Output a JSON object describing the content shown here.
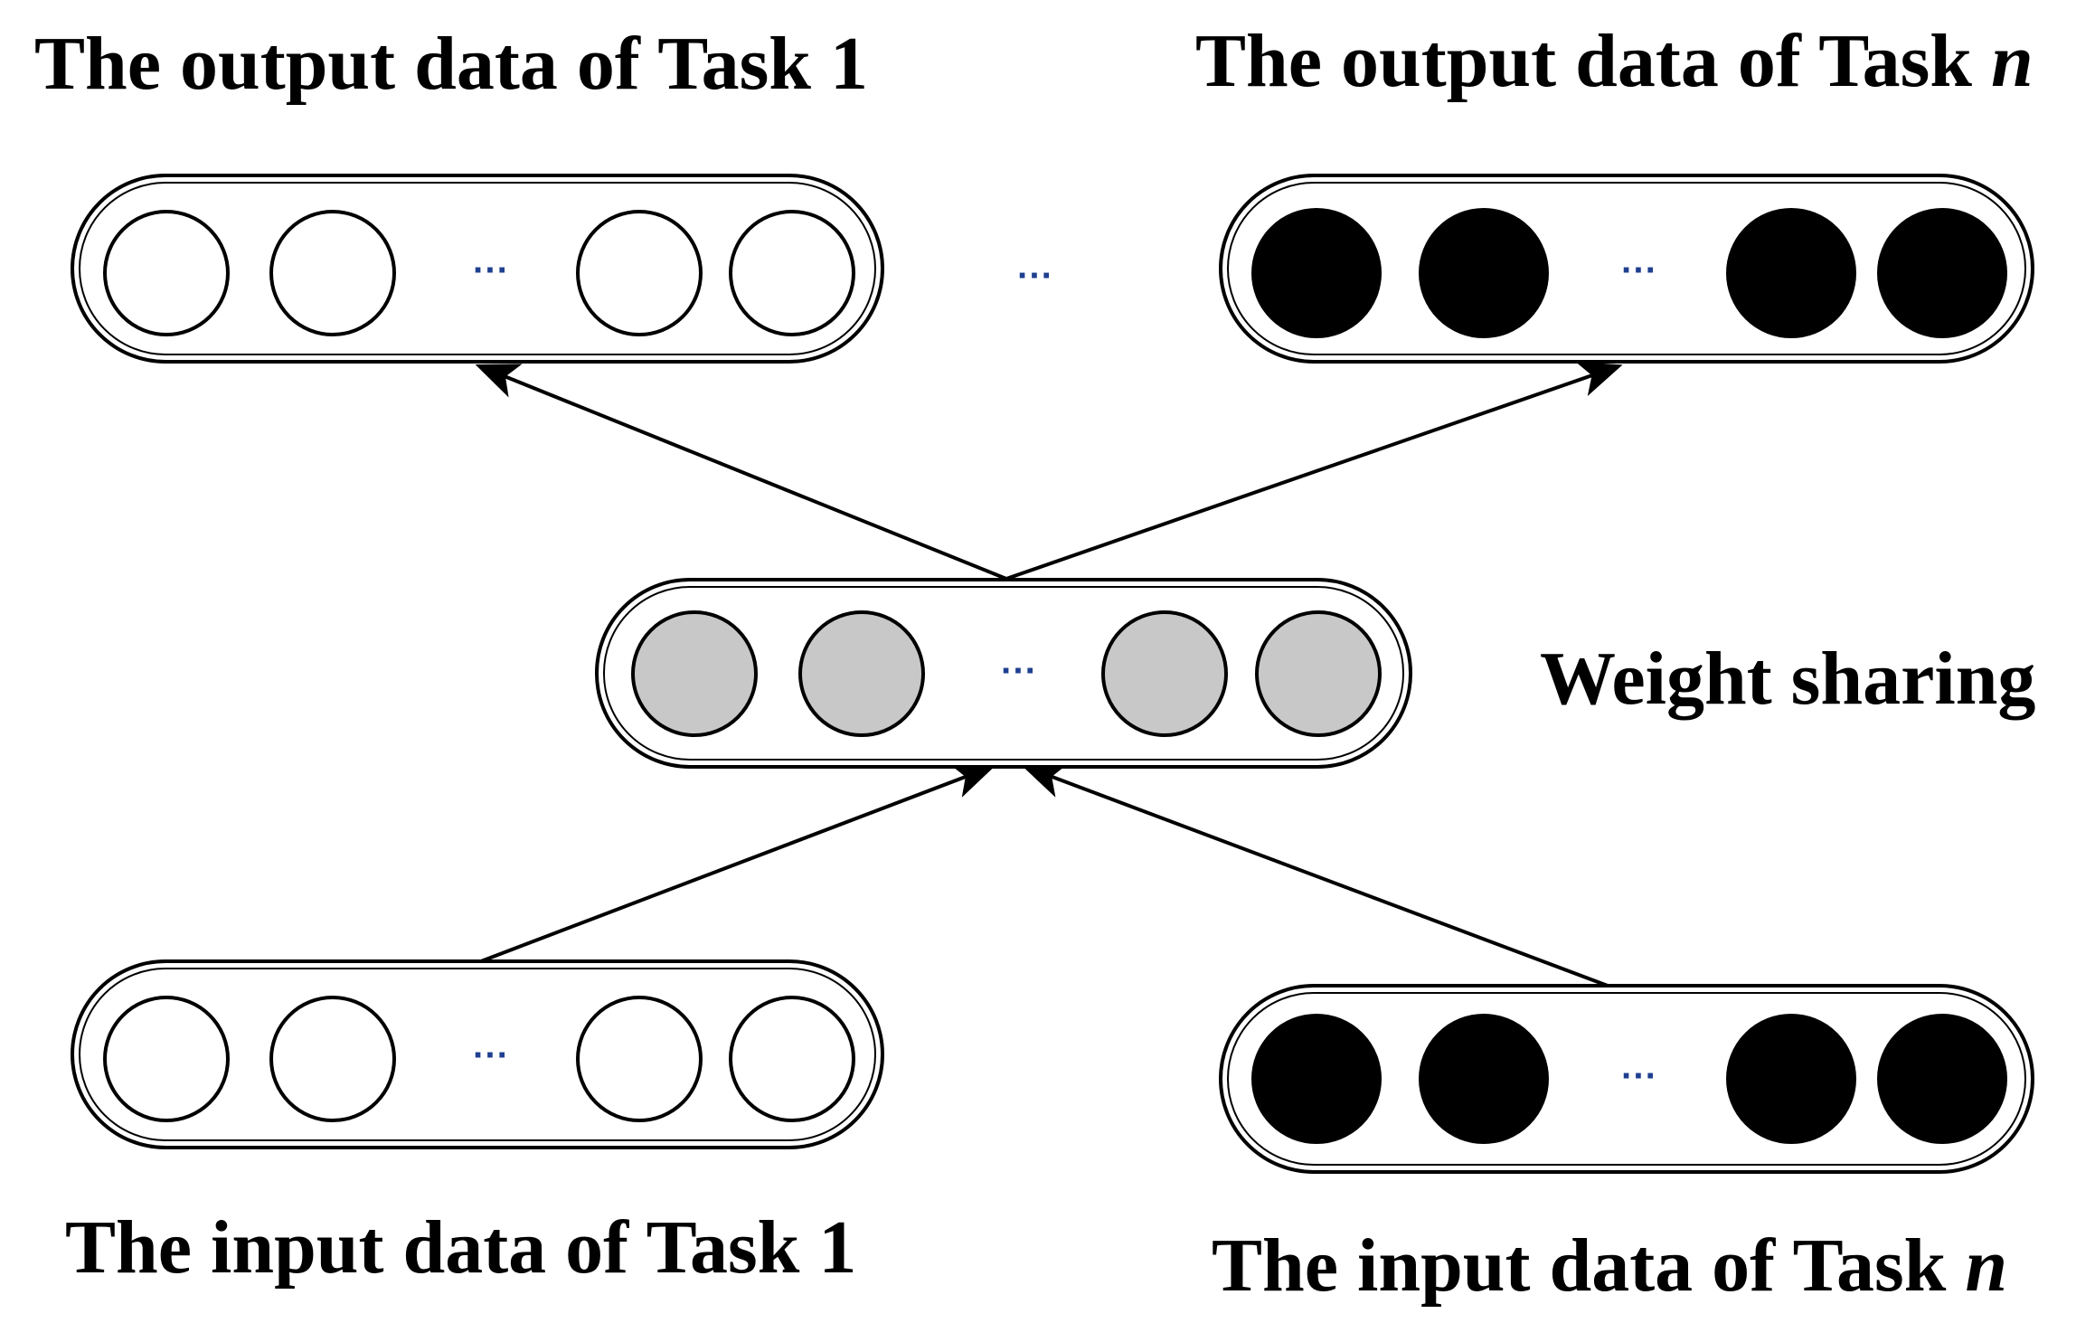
{
  "labels": {
    "output_task1_prefix": "The output data of Task 1",
    "output_taskn_prefix": "The output data of Task ",
    "output_taskn_var": "n",
    "weight_sharing": "Weight sharing",
    "input_task1_prefix": "The input data of Task 1",
    "input_taskn_prefix": "The input data of Task ",
    "input_taskn_var": "n"
  },
  "ellipsis": "···",
  "colors": {
    "task1_node_fill": "#ffffff",
    "taskn_node_fill": "#000000",
    "shared_node_fill": "#c8c8c8",
    "ellipsis_color": "#1f3f8f",
    "stroke": "#000000"
  }
}
